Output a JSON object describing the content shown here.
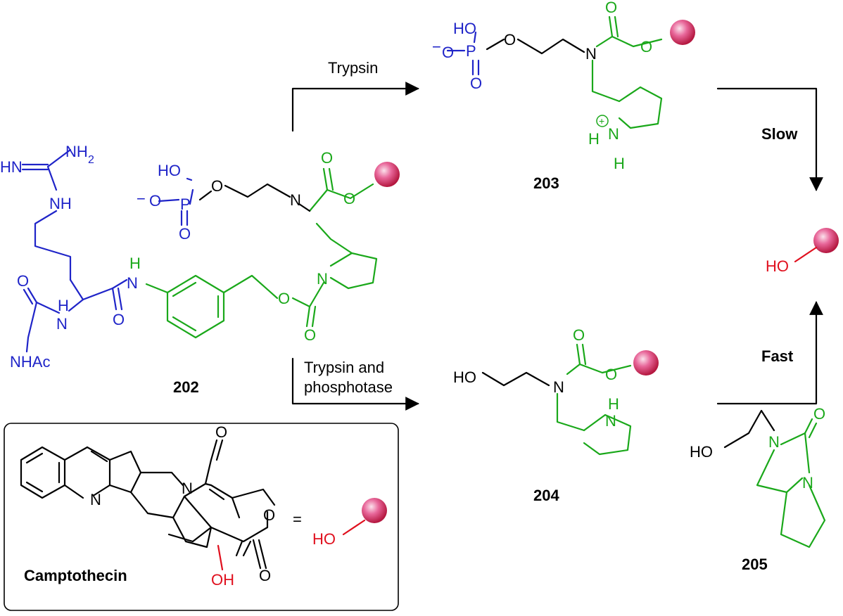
{
  "colors": {
    "black": "#000000",
    "blue": "#1f24c8",
    "green": "#1aa81a",
    "red": "#e0101e",
    "sphere_light": "#fbe2ec",
    "sphere_mid": "#e8679a",
    "sphere_dark": "#b4173f"
  },
  "arrows": {
    "trypsin": "Trypsin",
    "trypsin_phos_line1": "Trypsin and",
    "trypsin_phos_line2": "phosphotase",
    "slow": "Slow",
    "fast": "Fast"
  },
  "compounds": {
    "c202": "202",
    "c203": "203",
    "c204": "204",
    "c205": "205",
    "camptothecin": "Camptothecin",
    "equals": "="
  },
  "atoms": {
    "HO": "HO",
    "OH": "OH",
    "O": "O",
    "P": "P",
    "N": "N",
    "H": "H",
    "NH": "NH",
    "NH2": "NH",
    "sub2": "2",
    "HN": "HN",
    "NHAc": "NHAc",
    "minus": "−",
    "plus": "+"
  }
}
